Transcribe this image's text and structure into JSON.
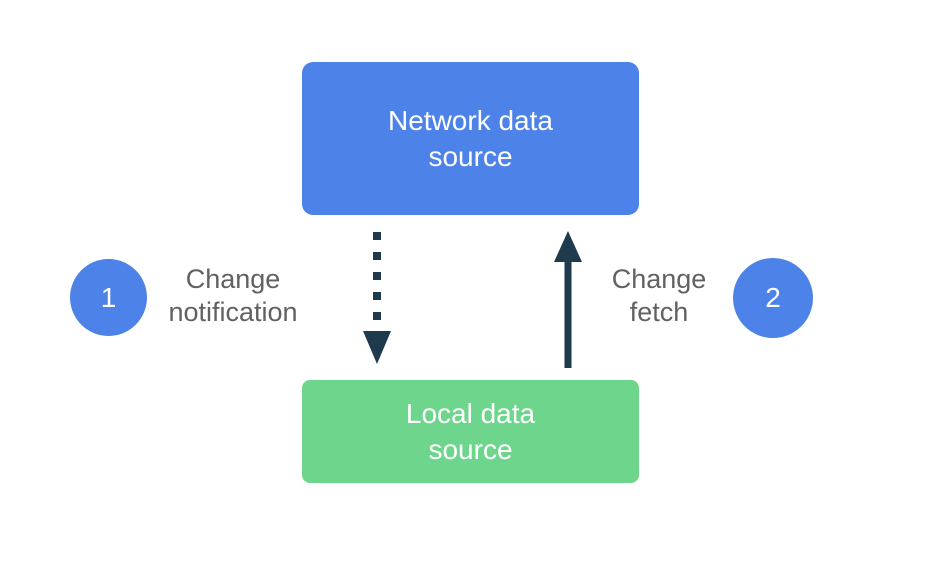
{
  "diagram": {
    "background_color": "#ffffff",
    "nodes": [
      {
        "id": "network-data-source",
        "label": "Network data source",
        "fill_color": "#4d82e8",
        "text_color": "#ffffff"
      },
      {
        "id": "local-data-source",
        "label": "Local data source",
        "fill_color": "#6dd58c",
        "text_color": "#ffffff"
      }
    ],
    "steps": [
      {
        "number": "1",
        "label": "Change notification",
        "badge_color": "#4d82e8",
        "badge_text_color": "#ffffff",
        "label_color": "#616161"
      },
      {
        "number": "2",
        "label": "Change fetch",
        "badge_color": "#4d82e8",
        "badge_text_color": "#ffffff",
        "label_color": "#616161"
      }
    ],
    "arrows": [
      {
        "id": "change-notification-arrow",
        "style": "dotted",
        "direction": "down",
        "from": "Network data source",
        "to": "Local data source",
        "color": "#1f394d"
      },
      {
        "id": "change-fetch-arrow",
        "style": "solid",
        "direction": "up",
        "from": "Local data source",
        "to": "Network data source",
        "color": "#1f394d"
      }
    ]
  }
}
